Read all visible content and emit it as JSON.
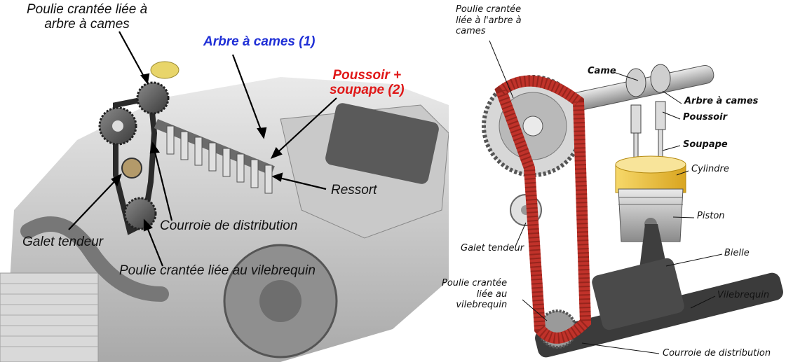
{
  "left_diagram": {
    "labels": {
      "camshaft_pulley": "Poulie crantée liée à\narbre à cames",
      "camshaft": "Arbre à cames (1)",
      "tappet_valve": "Poussoir +\nsoupape (2)",
      "spring": "Ressort",
      "timing_belt": "Courroie de distribution",
      "tensioner": "Galet tendeur",
      "crank_pulley": "Poulie crantée liée au vilebrequin"
    },
    "colors": {
      "camshaft_label": "#1f2fd6",
      "tappet_label": "#e01818"
    }
  },
  "right_diagram": {
    "labels": {
      "camshaft_pulley": "Poulie crantée\nliée à l'arbre à\ncames",
      "cam": "Came",
      "camshaft": "Arbre à cames",
      "tappet": "Poussoir",
      "valve": "Soupape",
      "cylinder": "Cylindre",
      "piston": "Piston",
      "tensioner": "Galet tendeur",
      "rod": "Bielle",
      "crank_pulley": "Poulie crantée\nliée au\nvilebrequin",
      "crankshaft": "Vilebrequin",
      "timing_belt": "Courroie de distribution"
    },
    "colors": {
      "belt": "#c0322a",
      "cylinder": "#f2c84a"
    }
  }
}
